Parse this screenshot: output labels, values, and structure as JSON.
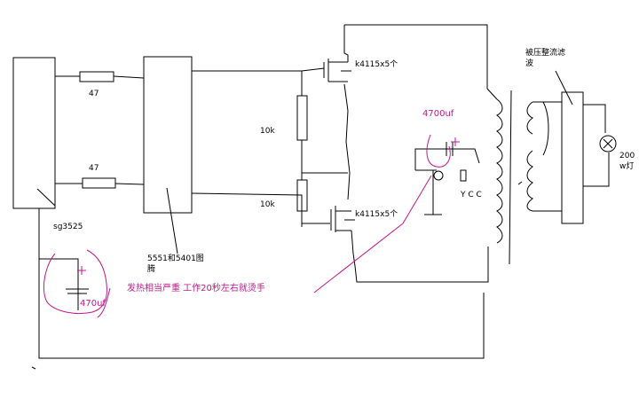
{
  "labels": {
    "r_top": "47",
    "r_bottom": "47",
    "r_10k_top": "10k",
    "r_10k_bottom": "10k",
    "chip_left": "sg3525",
    "chip_mid_line1": "5551和5401图",
    "chip_mid_line2": "腾",
    "mos_top": "k4115x5个",
    "mos_bottom": "k4115x5个",
    "cap_top": "4700uf",
    "cap_left": "470uf",
    "rectifier_line1": "被压整流滤",
    "rectifier_line2": "波",
    "lamp_line1": "200",
    "lamp_line2": "w灯",
    "note": "发热相当严重 工作20秒左右就烫手",
    "rcc": "Y C C"
  },
  "colors": {
    "ink": "#000000",
    "annotation": "#c0188c"
  }
}
